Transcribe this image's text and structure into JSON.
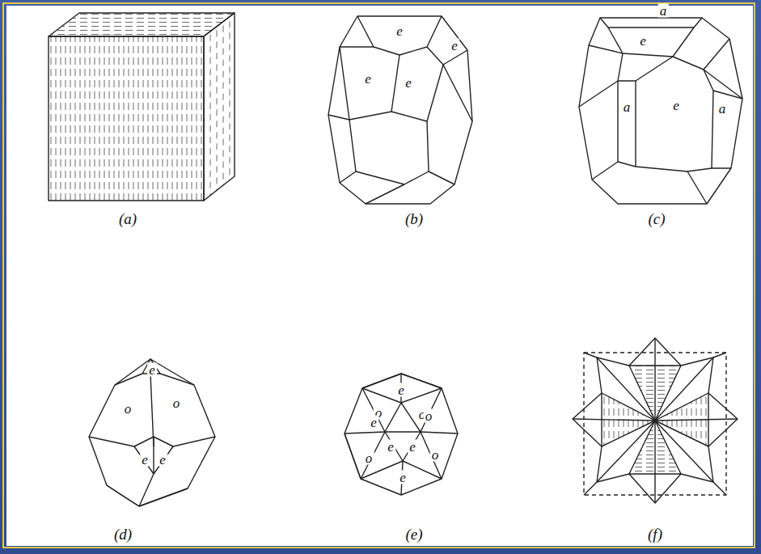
{
  "diagram": {
    "labels": [
      "e",
      "e",
      "e",
      "e",
      "a",
      "e",
      "a",
      "e",
      "a",
      "e",
      "o",
      "o",
      "e",
      "e",
      "e",
      "o",
      "o",
      "e",
      "e",
      "e",
      "o",
      "o",
      "e",
      "o",
      "(a)",
      "(b)",
      "(c)",
      "(d)",
      "(e)",
      "(f)"
    ]
  }
}
